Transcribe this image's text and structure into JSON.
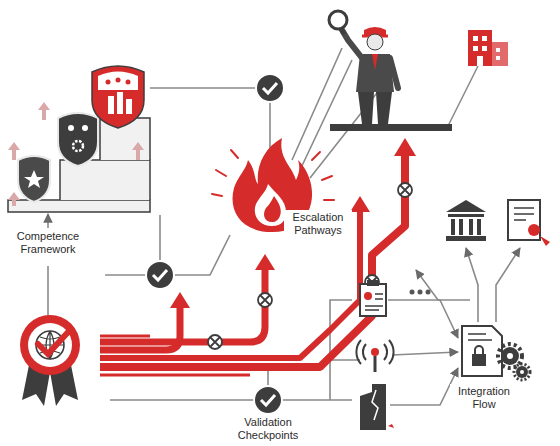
{
  "diagram": {
    "labels": [
      "Competence Framework",
      "Escalation Pathways",
      "Validation Checkpoints",
      "Integration Flow"
    ]
  }
}
